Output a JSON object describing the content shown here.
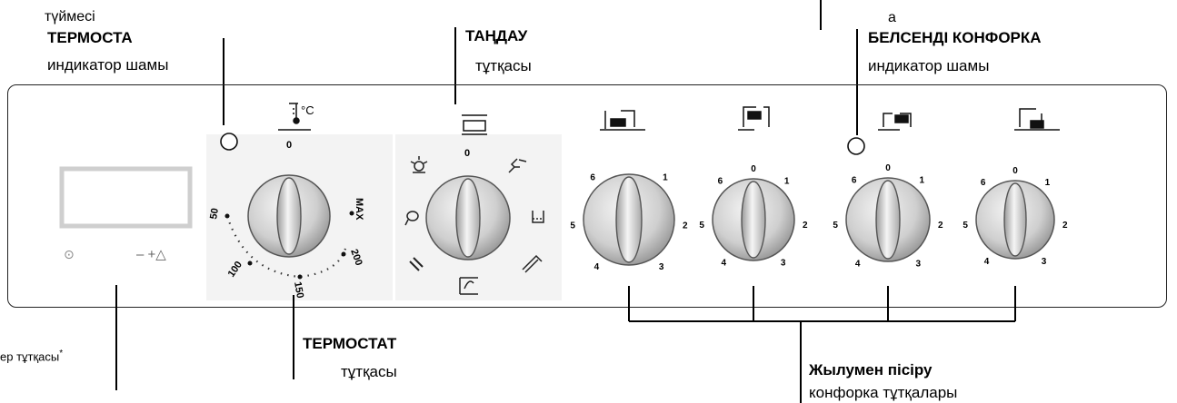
{
  "labels": {
    "thermostat_lamp_top": "түймесі",
    "thermostat_lamp_title": "ТЕРМОСТА",
    "thermostat_lamp_sub": "индикатор шамы",
    "selector_title": "ТАҢДАУ",
    "selector_sub": "тұтқасы",
    "active_hob_title": "БЕЛСЕНДІ КОНФОРКА",
    "active_hob_sub": "индикатор шамы",
    "active_hob_a": "а",
    "timer_knob": "ер тұтқасы",
    "timer_asterisk": "*",
    "thermostat_title": "ТЕРМОСТАТ",
    "thermostat_sub": "тұтқасы",
    "cooking_title": "Жылумен пісіру",
    "cooking_sub": "конфорка тұтқалары"
  },
  "timer": {
    "left_symbol": "⊙",
    "right_symbols": "– +△"
  },
  "thermostat_dial": {
    "unit_symbol": "°C",
    "zero": "0",
    "scale": [
      "50",
      "100",
      "150",
      "200",
      "MAX"
    ]
  },
  "selector_dial": {
    "zero": "0",
    "functions": [
      "lamp-icon",
      "grill-fan-icon",
      "bottom-heat-icon",
      "top-grill-icon",
      "fan-icon",
      "defrost-icon",
      "chicken-icon"
    ]
  },
  "hob_knobs": {
    "zero": "0",
    "scale": [
      "1",
      "2",
      "3",
      "4",
      "5",
      "6"
    ],
    "icons": [
      "rear-left-zone-icon",
      "front-left-zone-icon",
      "rear-right-zone-icon",
      "front-right-zone-icon"
    ]
  }
}
